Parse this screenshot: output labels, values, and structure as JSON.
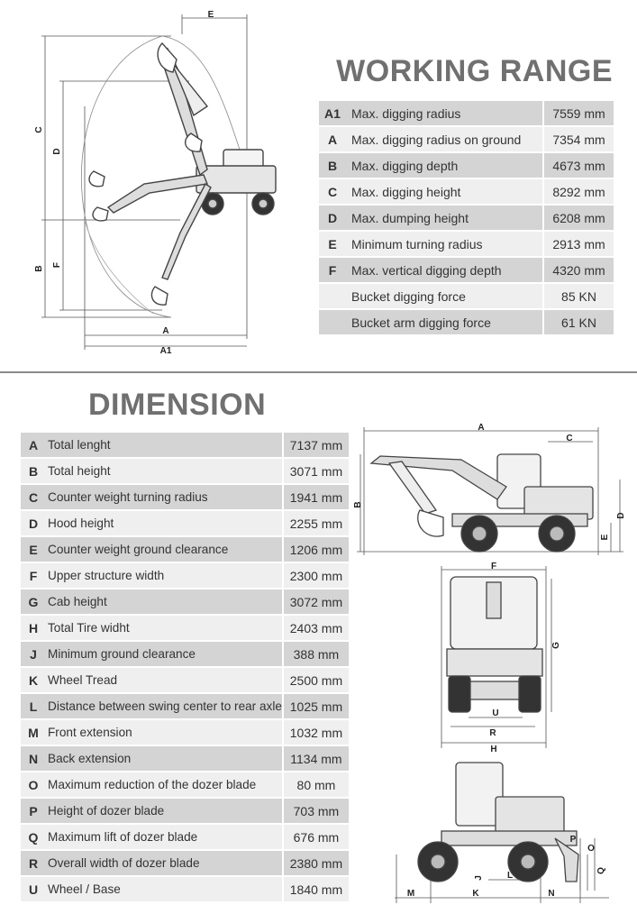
{
  "working_range": {
    "title": "WORKING RANGE",
    "rows": [
      {
        "code": "A1",
        "label": "Max. digging radius",
        "value": "7559 mm"
      },
      {
        "code": "A",
        "label": "Max. digging radius on ground",
        "value": "7354 mm"
      },
      {
        "code": "B",
        "label": "Max. digging depth",
        "value": "4673 mm"
      },
      {
        "code": "C",
        "label": "Max. digging height",
        "value": "8292 mm"
      },
      {
        "code": "D",
        "label": "Max. dumping height",
        "value": "6208 mm"
      },
      {
        "code": "E",
        "label": "Minimum turning radius",
        "value": "2913 mm"
      },
      {
        "code": "F",
        "label": "Max. vertical digging depth",
        "value": "4320 mm"
      },
      {
        "code": "",
        "label": "Bucket digging force",
        "value": "85 KN"
      },
      {
        "code": "",
        "label": "Bucket arm digging force",
        "value": "61 KN"
      }
    ],
    "diagram_labels": {
      "e": "E",
      "c": "C",
      "d": "D",
      "b": "B",
      "f": "F",
      "a": "A",
      "a1": "A1"
    }
  },
  "dimension": {
    "title": "DIMENSION",
    "rows": [
      {
        "code": "A",
        "label": "Total lenght",
        "value": "7137 mm"
      },
      {
        "code": "B",
        "label": "Total height",
        "value": "3071 mm"
      },
      {
        "code": "C",
        "label": "Counter weight turning radius",
        "value": "1941 mm"
      },
      {
        "code": "D",
        "label": "Hood height",
        "value": "2255 mm"
      },
      {
        "code": "E",
        "label": "Counter weight ground clearance",
        "value": "1206 mm"
      },
      {
        "code": "F",
        "label": "Upper structure width",
        "value": "2300 mm"
      },
      {
        "code": "G",
        "label": "Cab height",
        "value": "3072 mm"
      },
      {
        "code": "H",
        "label": "Total Tire widht",
        "value": "2403 mm"
      },
      {
        "code": "J",
        "label": "Minimum ground clearance",
        "value": "388 mm"
      },
      {
        "code": "K",
        "label": "Wheel Tread",
        "value": "2500 mm"
      },
      {
        "code": "L",
        "label": "Distance between swing center to rear axle",
        "value": "1025 mm"
      },
      {
        "code": "M",
        "label": "Front extension",
        "value": "1032 mm"
      },
      {
        "code": "N",
        "label": "Back extension",
        "value": "1134 mm"
      },
      {
        "code": "O",
        "label": "Maximum reduction of the dozer blade",
        "value": "80 mm"
      },
      {
        "code": "P",
        "label": "Height of dozer blade",
        "value": "703 mm"
      },
      {
        "code": "Q",
        "label": "Maximum lift of dozer blade",
        "value": "676 mm"
      },
      {
        "code": "R",
        "label": "Overall width of dozer blade",
        "value": "2380 mm"
      },
      {
        "code": "U",
        "label": "Wheel / Base",
        "value": "1840 mm"
      }
    ],
    "side_labels": {
      "a": "A",
      "c": "C",
      "b": "B",
      "d": "D",
      "e": "E"
    },
    "front_labels": {
      "f": "F",
      "g": "G",
      "u": "U",
      "r": "R",
      "h": "H"
    },
    "rear_labels": {
      "p": "P",
      "o": "O",
      "q": "Q",
      "j": "J",
      "m": "M",
      "k": "K",
      "l": "L",
      "n": "N"
    }
  }
}
